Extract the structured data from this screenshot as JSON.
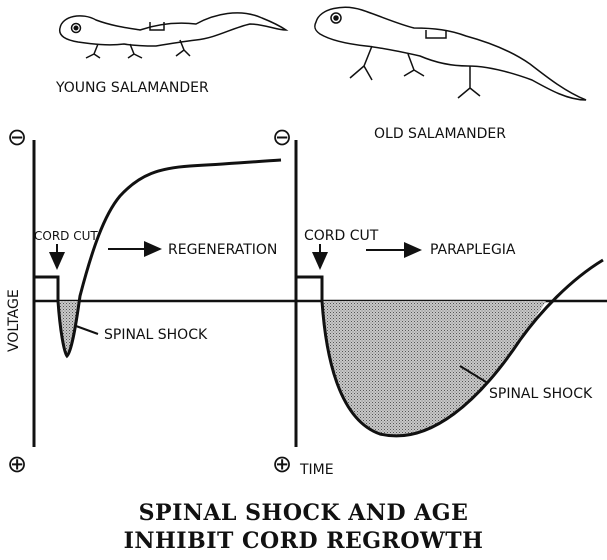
{
  "labels": {
    "young": "YOUNG SALAMANDER",
    "old": "OLD SALAMANDER",
    "minus": "⊖",
    "plus": "⊕",
    "voltage": "VOLTAGE",
    "time": "TIME",
    "cord_cut_left": "CORD CUT",
    "cord_cut_right": "CORD CUT",
    "regeneration": "REGENERATION",
    "paraplegia": "PARAPLEGIA",
    "spinal_shock_left": "SPINAL SHOCK",
    "spinal_shock_right": "SPINAL SHOCK"
  },
  "title": {
    "line1": "SPINAL SHOCK AND AGE",
    "line2": "INHIBIT CORD REGROWTH"
  },
  "colors": {
    "ink": "#111111",
    "shading": "#a9a9a9"
  }
}
